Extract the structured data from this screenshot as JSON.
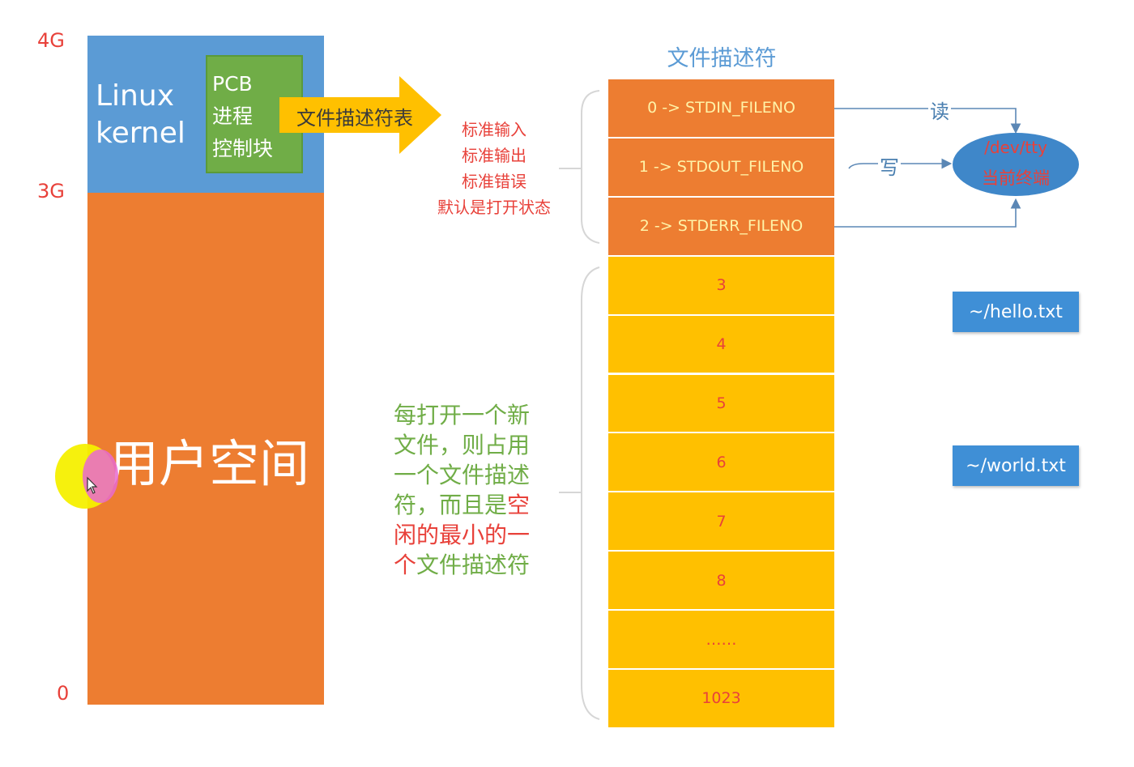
{
  "memory": {
    "top_label": "4G",
    "kernel_boundary_label": "3G",
    "bottom_label": "0",
    "kernel_region": {
      "line1": "Linux",
      "line2": "kernel"
    },
    "pcb": {
      "line1": "PCB",
      "line2": "进程",
      "line3": "控制块"
    },
    "user_region": "用户空间"
  },
  "fd_table_arrow": "文件描述符表",
  "std_notes": [
    "标准输入",
    "标准输出",
    "标准错误",
    "默认是打开状态"
  ],
  "fd_table": {
    "title": "文件描述符",
    "rows": [
      {
        "label": "0 -> STDIN_FILENO",
        "kind": "std"
      },
      {
        "label": "1 -> STDOUT_FILENO",
        "kind": "std"
      },
      {
        "label": "2 -> STDERR_FILENO",
        "kind": "std"
      },
      {
        "label": "3",
        "kind": "usr"
      },
      {
        "label": "4",
        "kind": "usr"
      },
      {
        "label": "5",
        "kind": "usr"
      },
      {
        "label": "6",
        "kind": "usr"
      },
      {
        "label": "7",
        "kind": "usr"
      },
      {
        "label": "8",
        "kind": "usr"
      },
      {
        "label": "……",
        "kind": "usr"
      },
      {
        "label": "1023",
        "kind": "usr"
      }
    ]
  },
  "green_note": {
    "green_part": [
      "每打开一个新",
      "文件，则占用",
      "一个文件描述",
      "符，而且是"
    ],
    "red_part_line4": "空",
    "red_part_line5": "闲的最小的一",
    "red_part_line6": "个",
    "green_tail_line6": "文件描述符"
  },
  "terminal": {
    "line1": "/dev/tty",
    "line2": "当前终端"
  },
  "read_label": "读",
  "write_label": "写",
  "files": [
    "~/hello.txt",
    "~/world.txt"
  ],
  "colors": {
    "kernel_blue": "#5b9bd5",
    "user_orange": "#ed7d31",
    "pcb_green": "#70ad47",
    "fd_yellow": "#ffc000",
    "label_red": "#e8413a",
    "file_blue": "#3f8fd6"
  }
}
